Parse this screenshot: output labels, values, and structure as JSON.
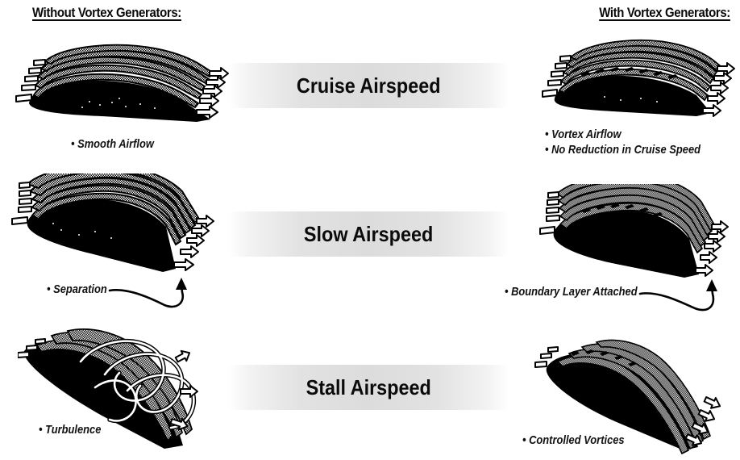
{
  "headers": {
    "left": "Without Vortex Generators:",
    "right": "With Vortex Generators:"
  },
  "banners": [
    {
      "label": "Cruise Airspeed"
    },
    {
      "label": "Slow Airspeed"
    },
    {
      "label": "Stall Airspeed"
    }
  ],
  "captions": {
    "smooth_airflow": "• Smooth Airflow",
    "vortex_airflow": "• Vortex Airflow",
    "no_reduction": "• No Reduction in Cruise Speed",
    "separation": "• Separation",
    "boundary_layer": "• Boundary Layer Attached",
    "turbulence": "• Turbulence",
    "controlled_vortices": "• Controlled Vortices"
  },
  "colors": {
    "ink": "#000000",
    "background": "#ffffff",
    "banner_center": "#dcdcdc",
    "banner_edge": "#ffffff"
  },
  "figures": {
    "cruise_without": "airfoil-smooth-attached-flow",
    "cruise_with": "airfoil-vortex-generators-cruise",
    "slow_without": "airfoil-separated-flow",
    "slow_with": "airfoil-vortex-generators-attached",
    "stall_without": "airfoil-turbulent-stall",
    "stall_with": "airfoil-vortex-generators-controlled"
  }
}
